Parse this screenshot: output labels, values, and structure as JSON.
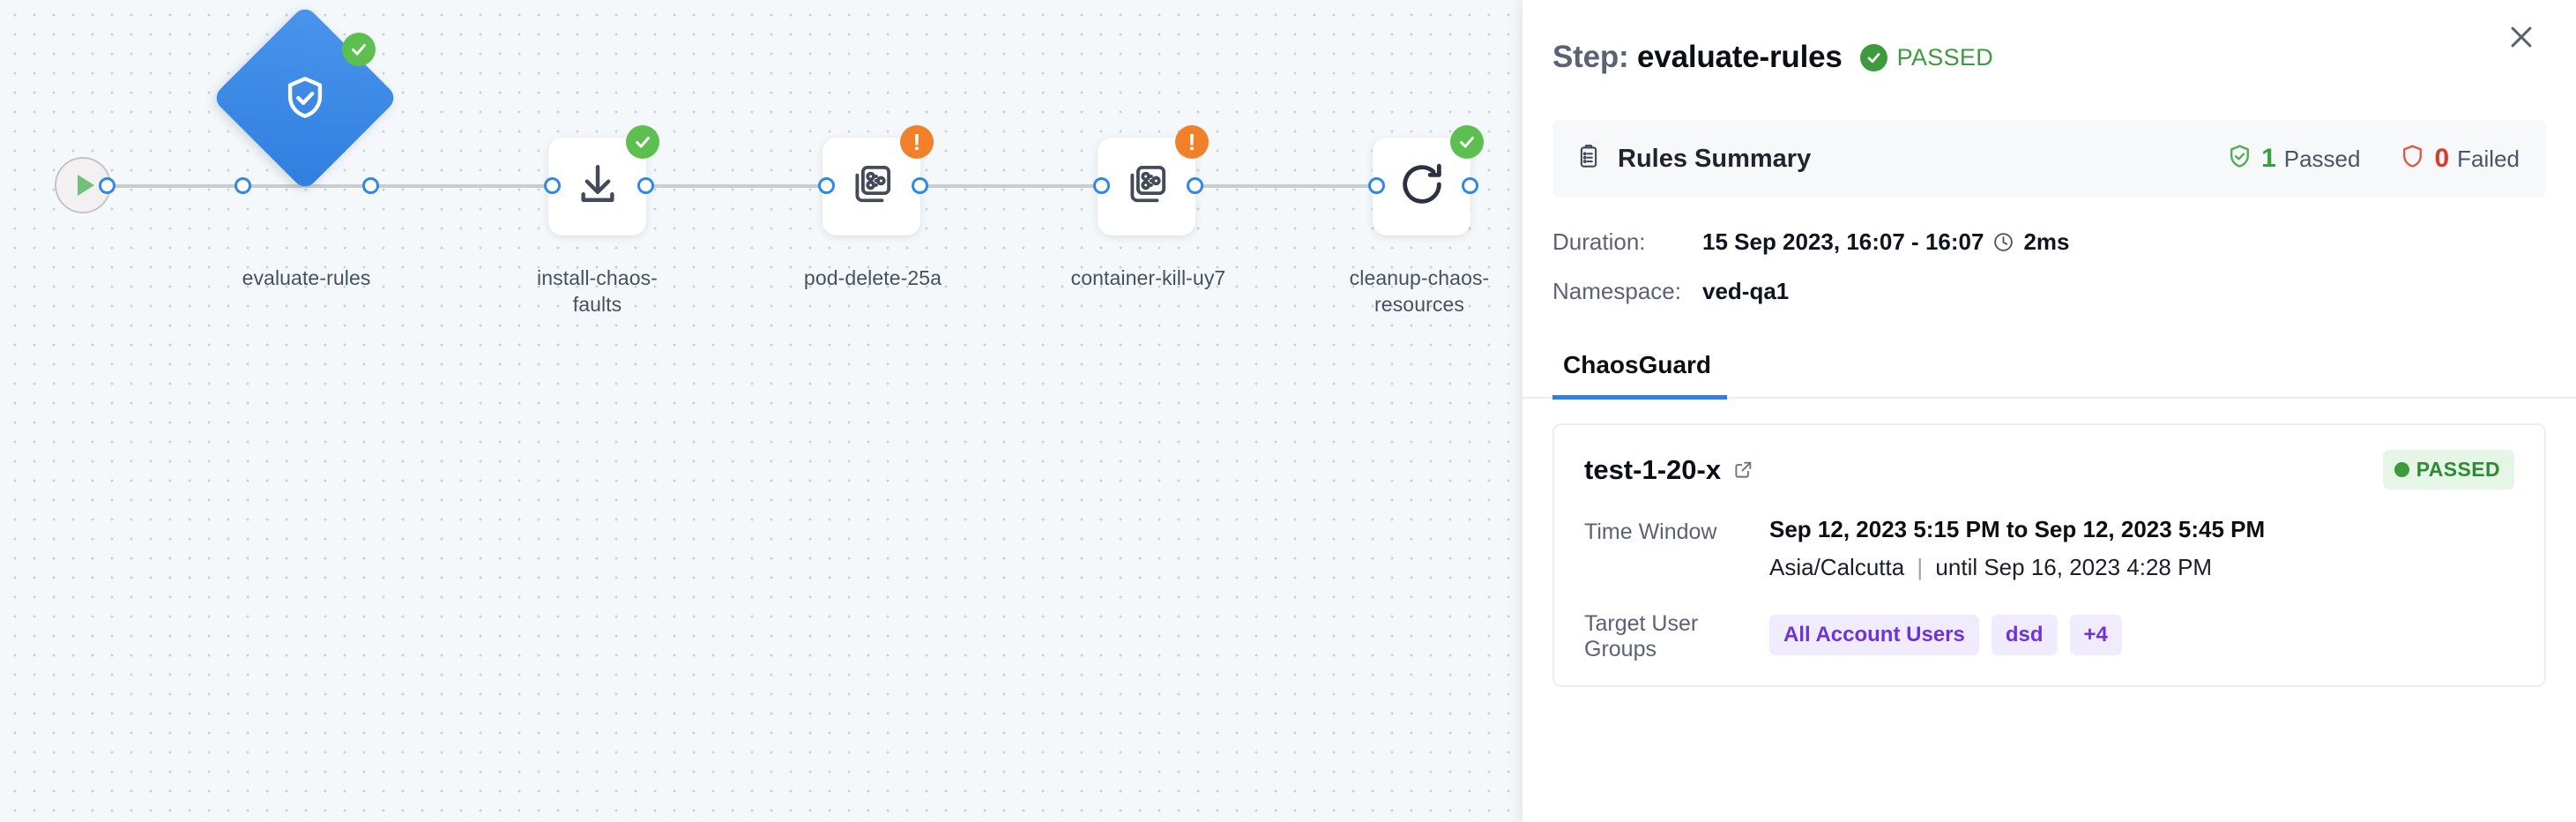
{
  "canvas": {
    "start_node_icon": "play-icon",
    "nodes": [
      {
        "id": "evaluate-rules",
        "label": "evaluate-rules",
        "shape": "diamond",
        "icon": "shield-check-icon",
        "status": "ok",
        "status_icon": "check-icon"
      },
      {
        "id": "install-chaos",
        "label": "install-chaos-\nfaults",
        "shape": "square",
        "icon": "download-icon",
        "status": "ok",
        "status_icon": "check-icon"
      },
      {
        "id": "pod-delete-25a",
        "label": "pod-delete-25a",
        "shape": "square",
        "icon": "chaos-fault-icon",
        "status": "warn",
        "status_icon": "exclamation-icon"
      },
      {
        "id": "container-kill",
        "label": "container-kill-uy7",
        "shape": "square",
        "icon": "chaos-fault-icon",
        "status": "warn",
        "status_icon": "exclamation-icon"
      },
      {
        "id": "cleanup-chaos",
        "label": "cleanup-chaos-\nresources",
        "shape": "square",
        "icon": "refresh-icon",
        "status": "ok",
        "status_icon": "check-icon"
      }
    ]
  },
  "panel": {
    "header": {
      "step_label": "Step:",
      "step_name": "evaluate-rules",
      "status_text": "PASSED",
      "status_icon": "check-circle-icon",
      "close_icon": "close-icon"
    },
    "summary": {
      "icon": "clipboard-icon",
      "title": "Rules Summary",
      "passed_count": "1",
      "passed_label": "Passed",
      "passed_icon": "shield-check-icon",
      "failed_count": "0",
      "failed_label": "Failed",
      "failed_icon": "shield-icon"
    },
    "details": [
      {
        "key": "Duration:",
        "value": "15 Sep 2023, 16:07 - 16:07",
        "extra": "2ms",
        "extra_icon": "clock-icon"
      },
      {
        "key": "Namespace:",
        "value": "ved-qa1",
        "extra": "",
        "extra_icon": ""
      }
    ],
    "tabs": [
      {
        "label": "ChaosGuard",
        "active": true
      }
    ],
    "rule_card": {
      "name": "test-1-20-x",
      "external_link_icon": "external-link-icon",
      "status_text": "PASSED",
      "rows": [
        {
          "key": "Time Window",
          "line1": "Sep 12, 2023 5:15 PM to Sep 12, 2023 5:45 PM",
          "line2_tz": "Asia/Calcutta",
          "line2_until": "until Sep 16, 2023 4:28 PM"
        }
      ],
      "groups_key": "Target User Groups",
      "groups": [
        "All Account Users",
        "dsd",
        "+4"
      ]
    },
    "colors": {
      "accent": "#2f7fe0",
      "success": "#3d9b3d",
      "warning": "#f0802a",
      "danger": "#d43c2c",
      "chip": "#6d34d6"
    }
  }
}
